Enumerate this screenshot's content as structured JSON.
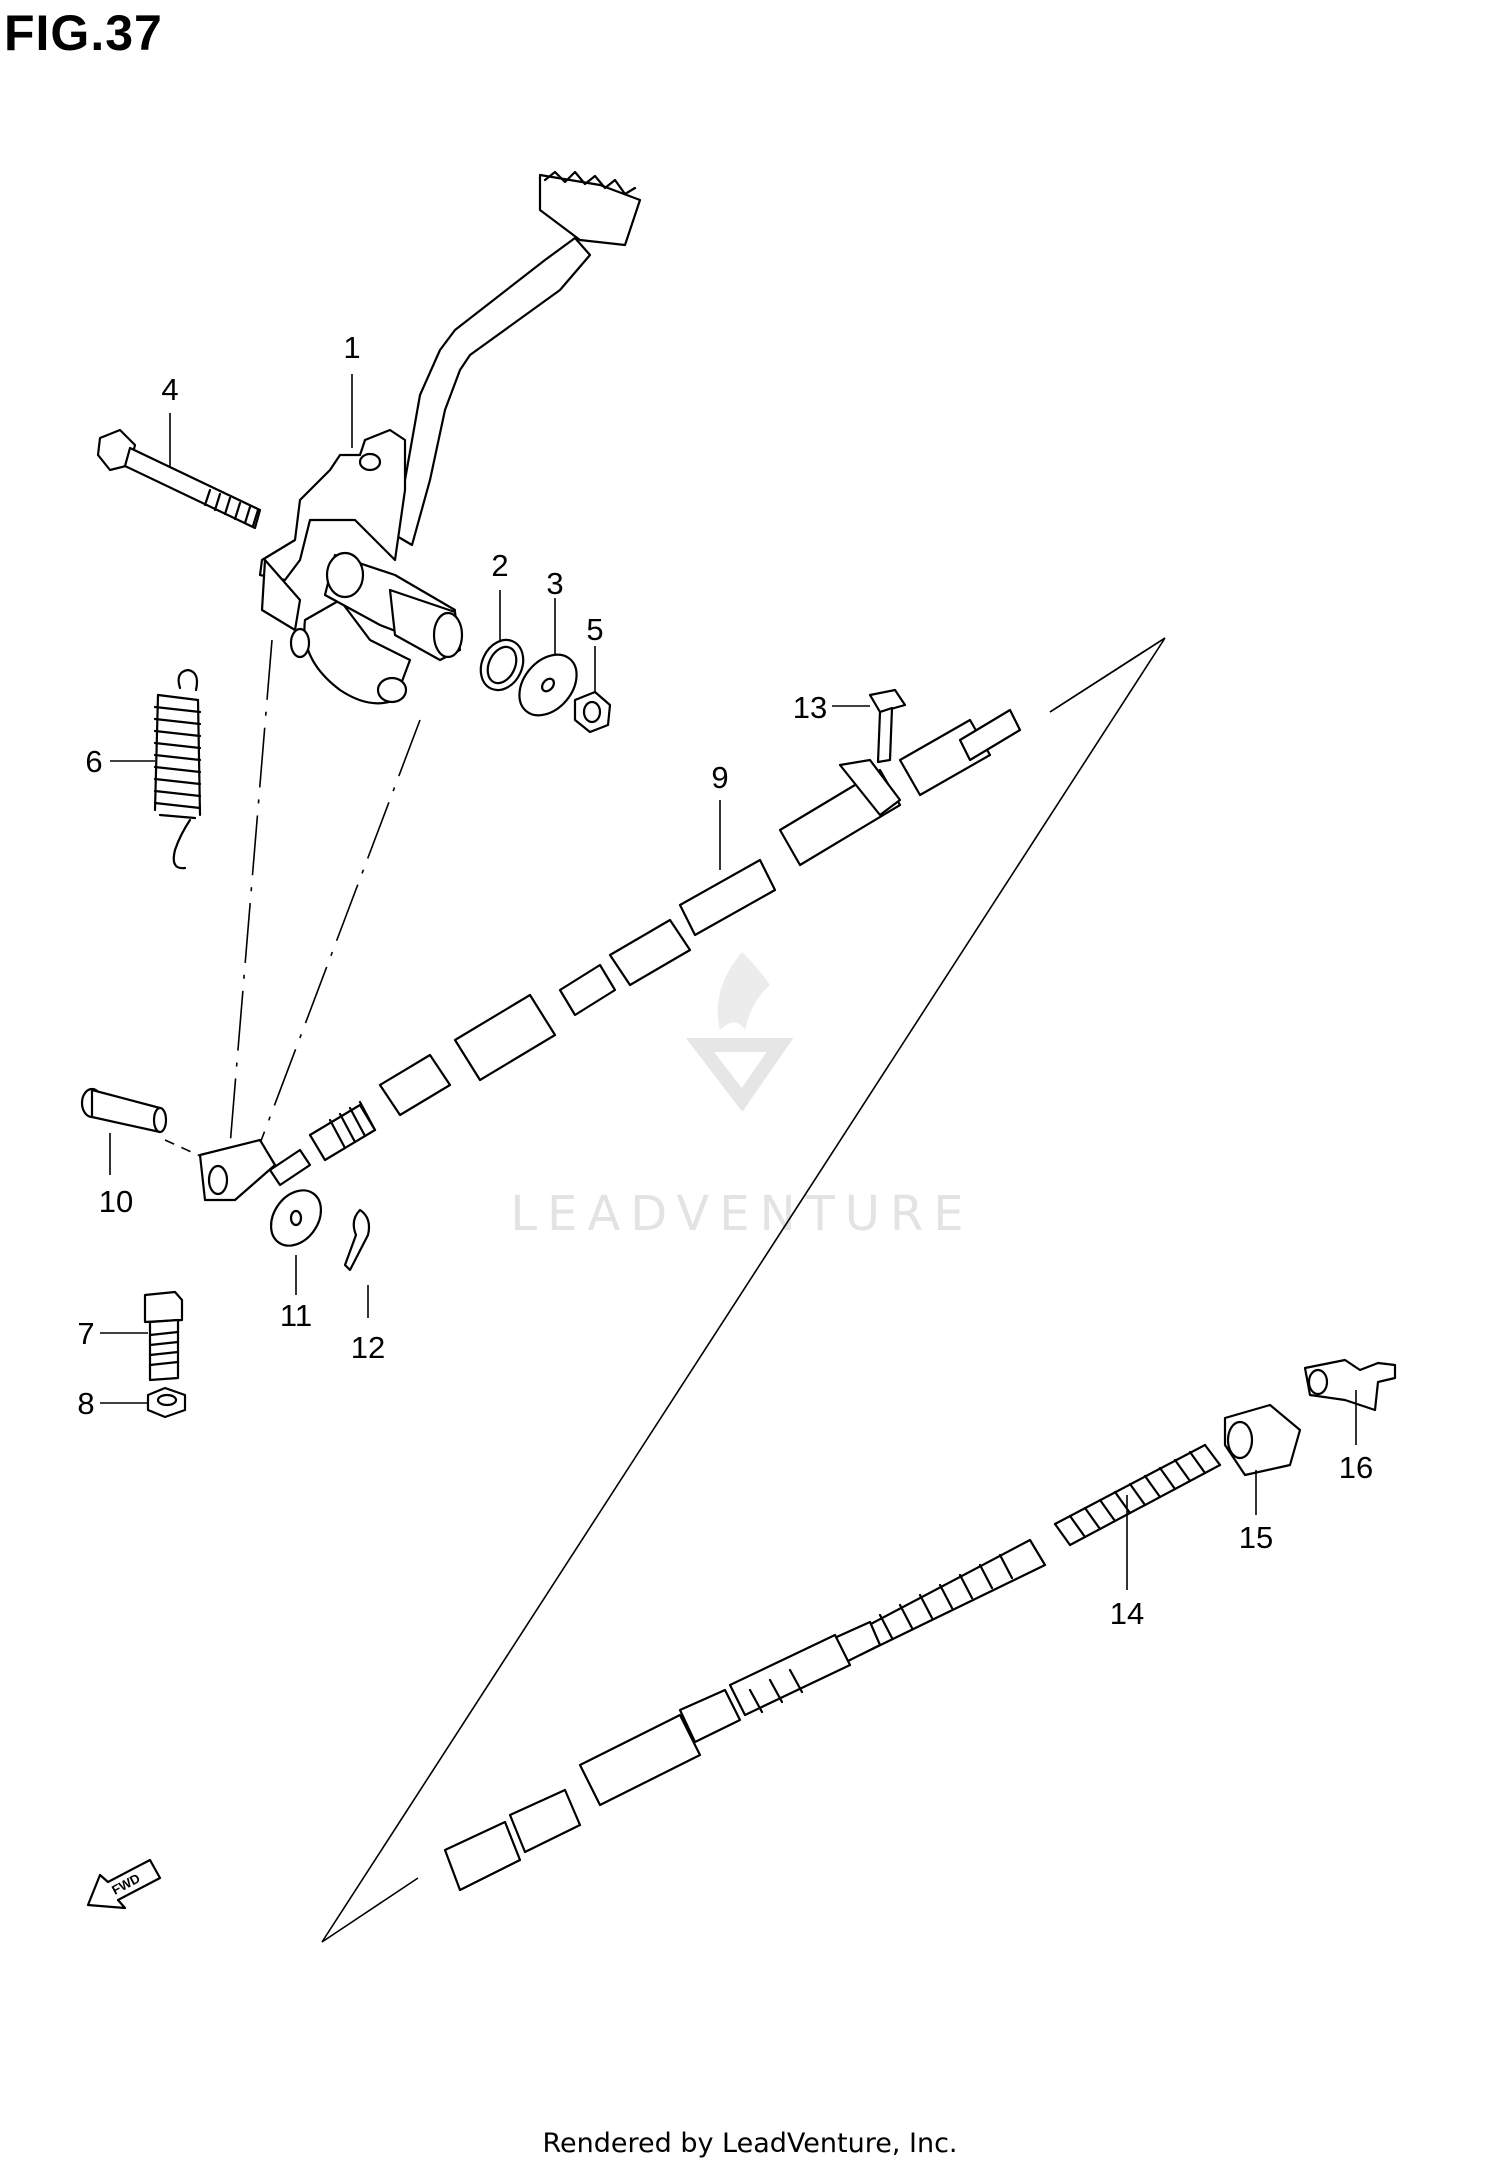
{
  "figure": {
    "title": "FIG.37"
  },
  "watermark": {
    "text": "LEADVENTURE"
  },
  "footer": {
    "text": "Rendered by LeadVenture, Inc."
  },
  "fwd_label": "FWD",
  "callouts": [
    {
      "id": "c1",
      "label": "1"
    },
    {
      "id": "c2",
      "label": "2"
    },
    {
      "id": "c3",
      "label": "3"
    },
    {
      "id": "c4",
      "label": "4"
    },
    {
      "id": "c5",
      "label": "5"
    },
    {
      "id": "c6",
      "label": "6"
    },
    {
      "id": "c7",
      "label": "7"
    },
    {
      "id": "c8",
      "label": "8"
    },
    {
      "id": "c9",
      "label": "9"
    },
    {
      "id": "c10",
      "label": "10"
    },
    {
      "id": "c11",
      "label": "11"
    },
    {
      "id": "c12",
      "label": "12"
    },
    {
      "id": "c13",
      "label": "13"
    },
    {
      "id": "c14",
      "label": "14"
    },
    {
      "id": "c15",
      "label": "15"
    },
    {
      "id": "c16",
      "label": "16"
    }
  ]
}
